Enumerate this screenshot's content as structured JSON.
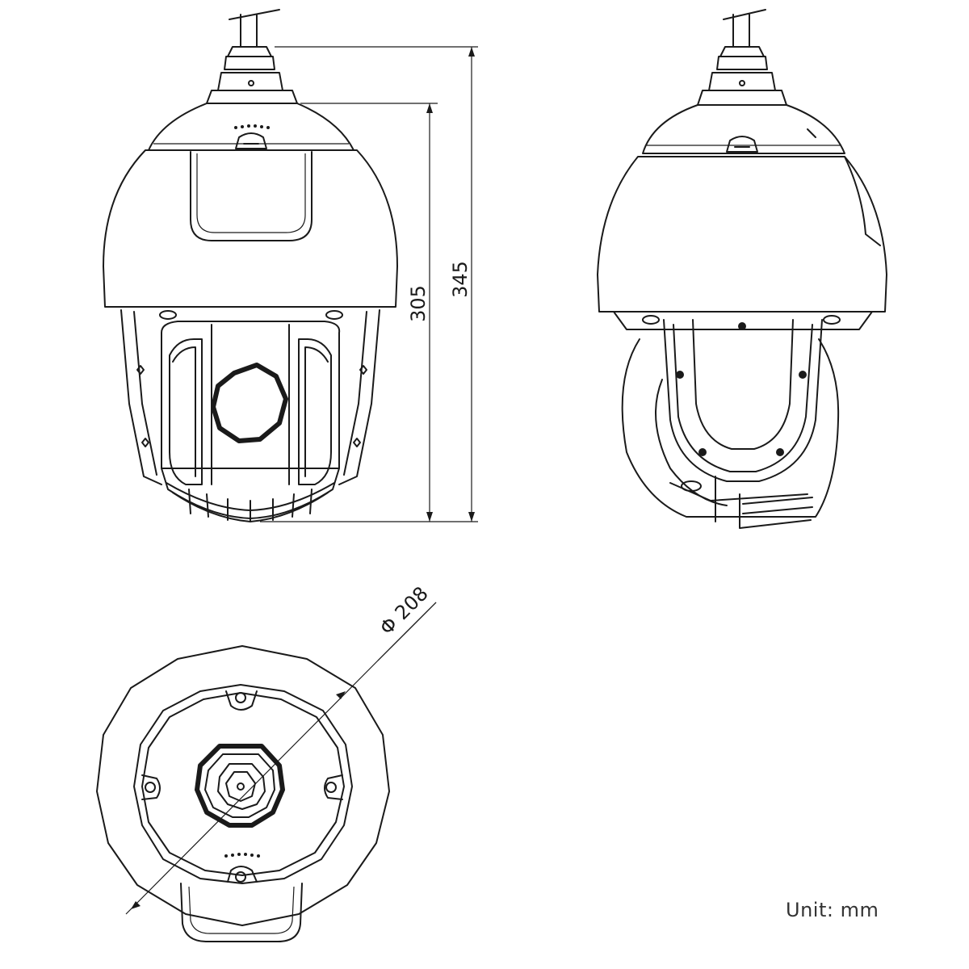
{
  "dimensions": {
    "overall_height": "345",
    "dome_height": "305",
    "diameter": "Φ 208"
  },
  "unit_label": "Unit: mm",
  "colors": {
    "line": "#1a1a1a",
    "background": "#ffffff"
  }
}
